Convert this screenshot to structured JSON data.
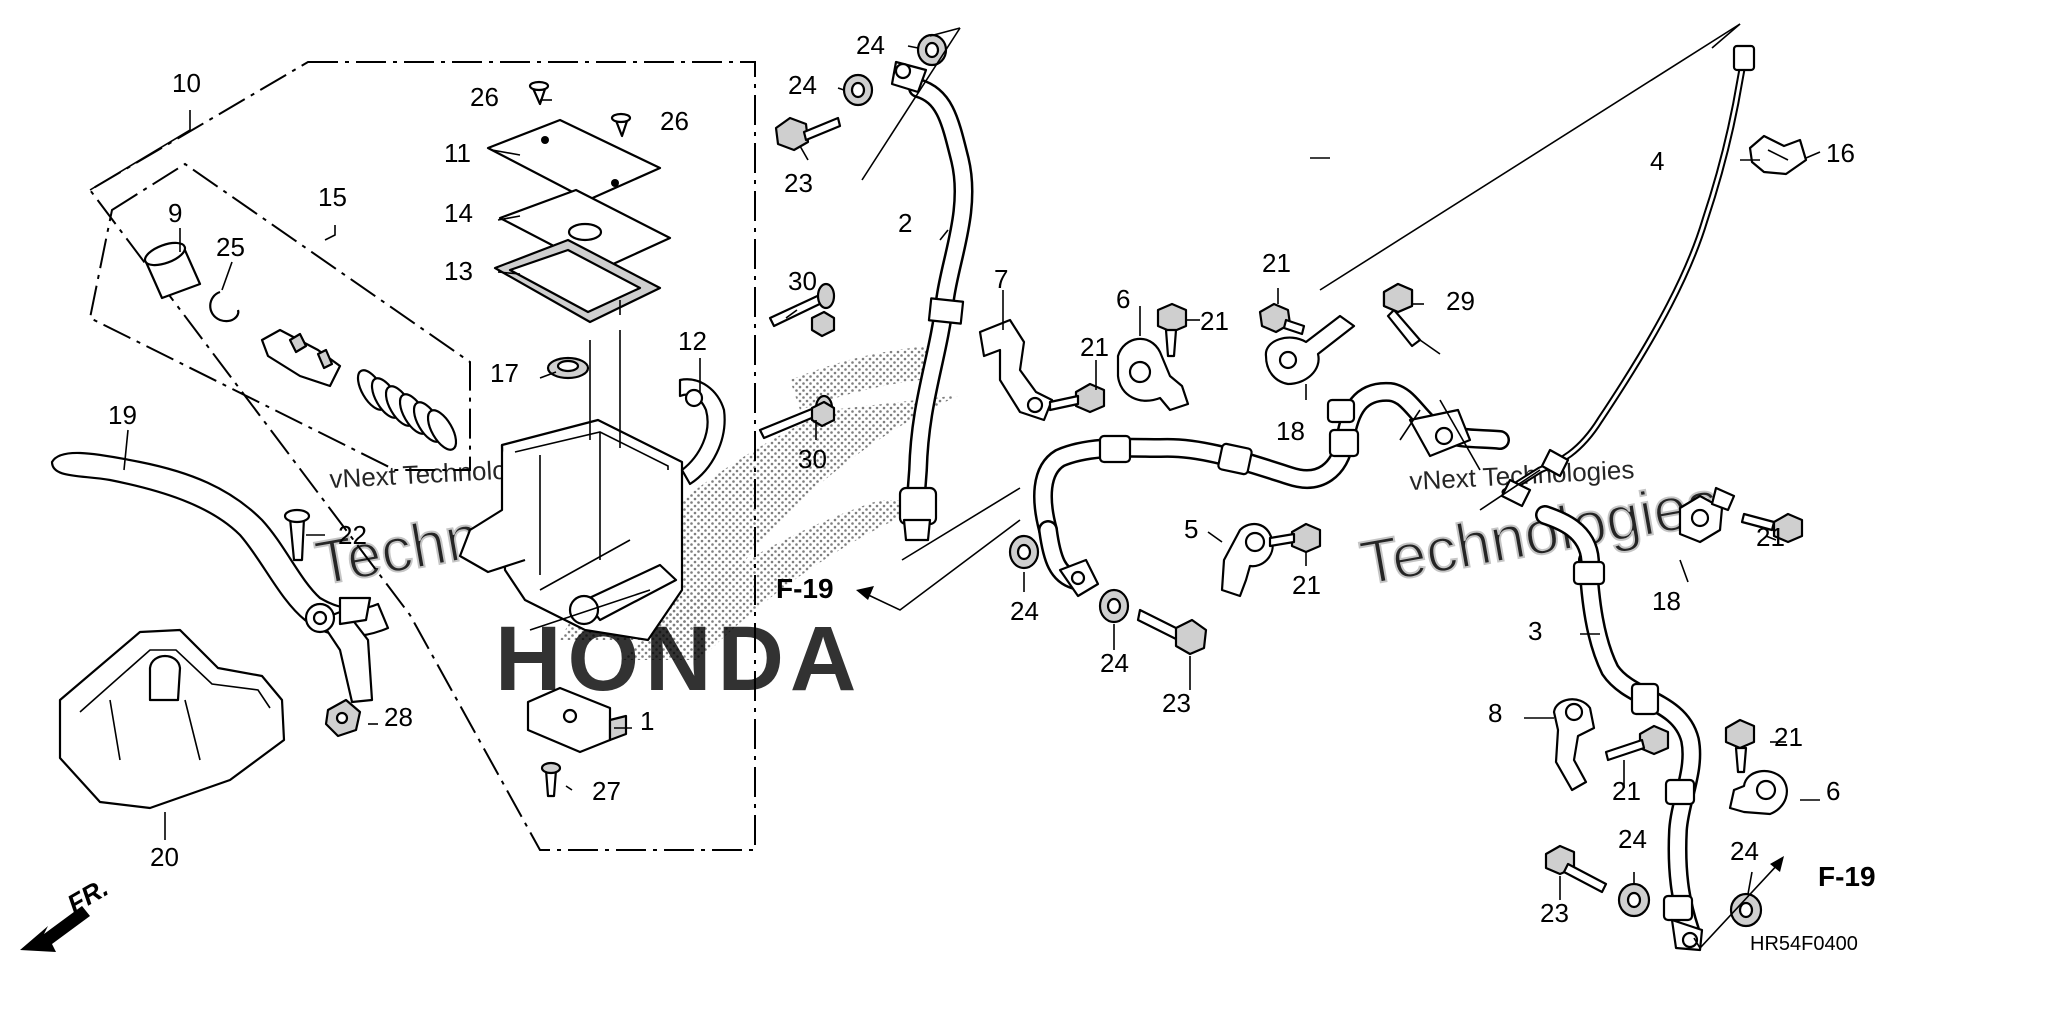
{
  "diagram": {
    "diagram_code": "HR54F0400",
    "front_indicator": "FR.",
    "references": [
      "F-19",
      "F-19"
    ],
    "watermarks": [
      "vNext Technologies",
      "Technologies",
      "vNext Technologies",
      "Technologies",
      "HONDA"
    ],
    "callouts": [
      {
        "id": "c1",
        "label": "1"
      },
      {
        "id": "c2",
        "label": "2"
      },
      {
        "id": "c3",
        "label": "3"
      },
      {
        "id": "c4",
        "label": "4"
      },
      {
        "id": "c5",
        "label": "5"
      },
      {
        "id": "c6a",
        "label": "6"
      },
      {
        "id": "c6b",
        "label": "6"
      },
      {
        "id": "c7",
        "label": "7"
      },
      {
        "id": "c8",
        "label": "8"
      },
      {
        "id": "c9",
        "label": "9"
      },
      {
        "id": "c10",
        "label": "10"
      },
      {
        "id": "c11",
        "label": "11"
      },
      {
        "id": "c12",
        "label": "12"
      },
      {
        "id": "c13",
        "label": "13"
      },
      {
        "id": "c14",
        "label": "14"
      },
      {
        "id": "c15",
        "label": "15"
      },
      {
        "id": "c16",
        "label": "16"
      },
      {
        "id": "c17",
        "label": "17"
      },
      {
        "id": "c18a",
        "label": "18"
      },
      {
        "id": "c18b",
        "label": "18"
      },
      {
        "id": "c19",
        "label": "19"
      },
      {
        "id": "c20",
        "label": "20"
      },
      {
        "id": "c21a",
        "label": "21"
      },
      {
        "id": "c21b",
        "label": "21"
      },
      {
        "id": "c21c",
        "label": "21"
      },
      {
        "id": "c21d",
        "label": "21"
      },
      {
        "id": "c21e",
        "label": "21"
      },
      {
        "id": "c21f",
        "label": "21"
      },
      {
        "id": "c21g",
        "label": "21"
      },
      {
        "id": "c22",
        "label": "22"
      },
      {
        "id": "c23a",
        "label": "23"
      },
      {
        "id": "c23b",
        "label": "23"
      },
      {
        "id": "c23c",
        "label": "23"
      },
      {
        "id": "c24a",
        "label": "24"
      },
      {
        "id": "c24b",
        "label": "24"
      },
      {
        "id": "c24c",
        "label": "24"
      },
      {
        "id": "c24d",
        "label": "24"
      },
      {
        "id": "c24e",
        "label": "24"
      },
      {
        "id": "c24f",
        "label": "24"
      },
      {
        "id": "c25",
        "label": "25"
      },
      {
        "id": "c26a",
        "label": "26"
      },
      {
        "id": "c26b",
        "label": "26"
      },
      {
        "id": "c27",
        "label": "27"
      },
      {
        "id": "c28",
        "label": "28"
      },
      {
        "id": "c29",
        "label": "29"
      },
      {
        "id": "c30a",
        "label": "30"
      },
      {
        "id": "c30b",
        "label": "30"
      }
    ]
  }
}
